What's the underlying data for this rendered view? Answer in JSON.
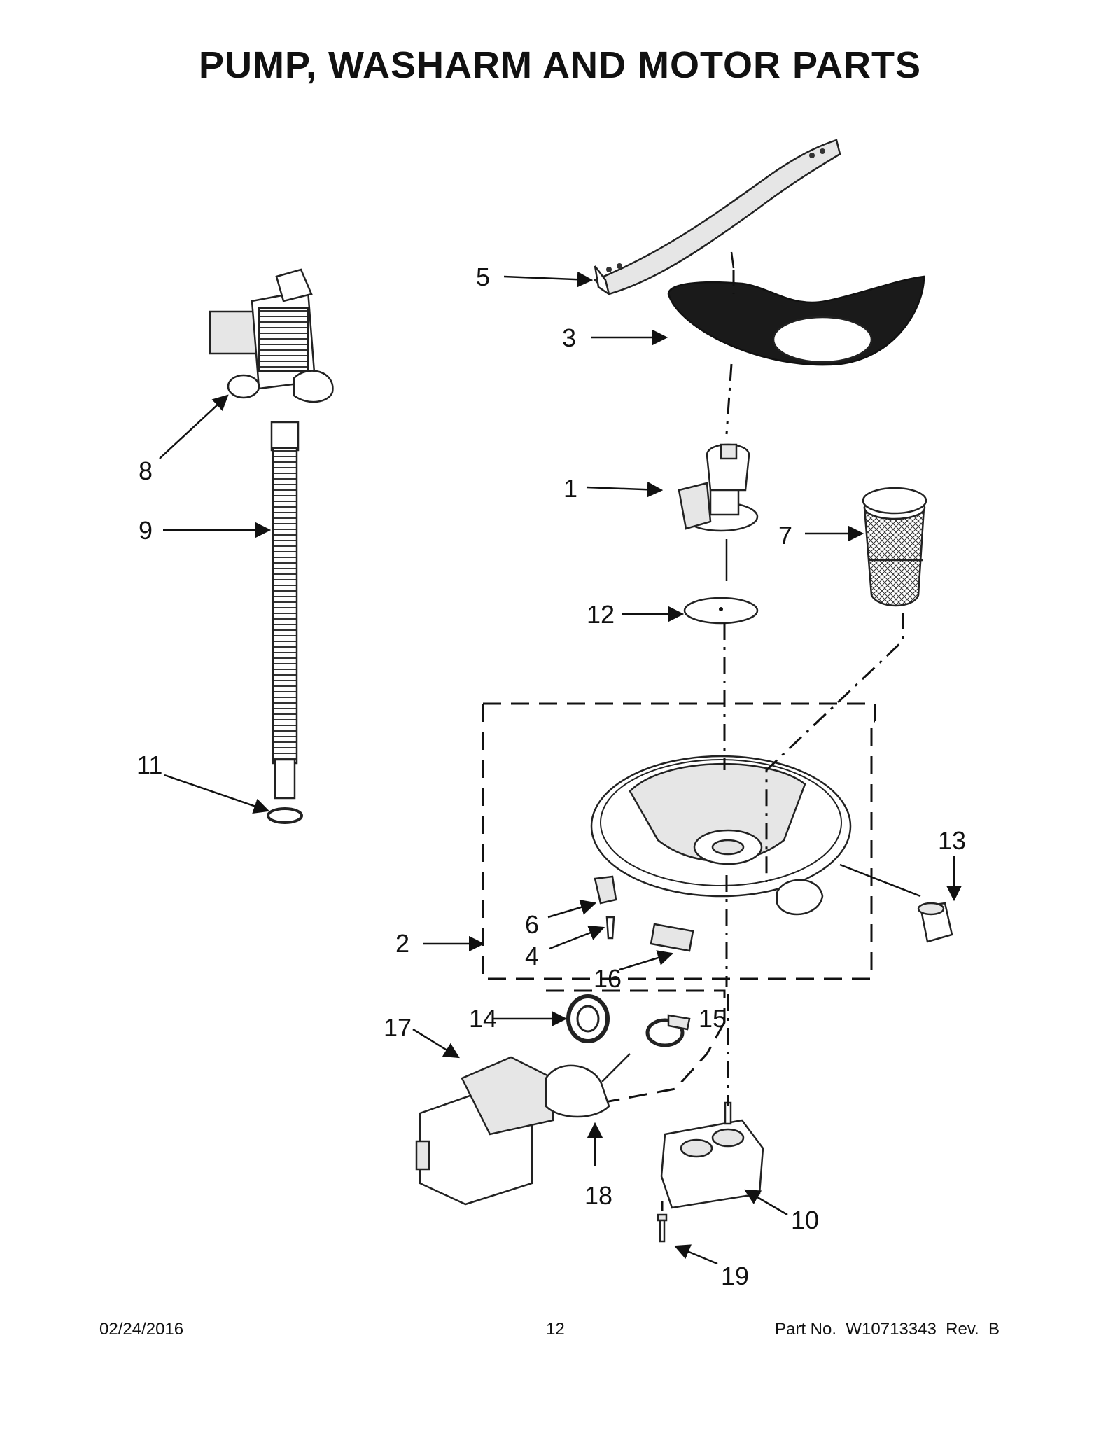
{
  "title": "PUMP, WASHARM AND MOTOR PARTS",
  "callouts": {
    "c1": "1",
    "c2": "2",
    "c3": "3",
    "c4": "4",
    "c5": "5",
    "c6": "6",
    "c7": "7",
    "c8": "8",
    "c9": "9",
    "c10": "10",
    "c11": "11",
    "c12": "12",
    "c13": "13",
    "c14": "14",
    "c15": "15",
    "c16": "16",
    "c17": "17",
    "c18": "18",
    "c19": "19"
  },
  "footer": {
    "date": "02/24/2016",
    "page": "12",
    "part_no": "Part No.  W10713343  Rev.  B"
  }
}
